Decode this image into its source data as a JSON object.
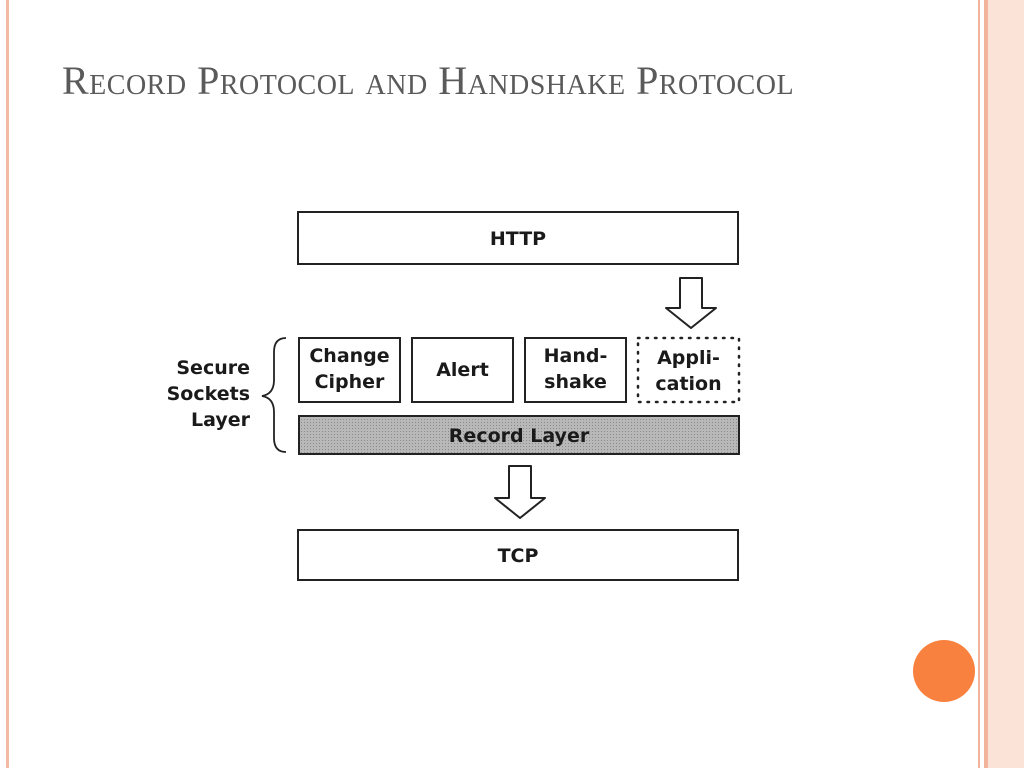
{
  "slide": {
    "title": "Record Protocol and Handshake Protocol"
  },
  "diagram": {
    "top_layer": "HTTP",
    "bottom_layer": "TCP",
    "record_layer": "Record Layer",
    "ssl_label_lines": [
      "Secure",
      "Sockets",
      "Layer"
    ],
    "protocols": [
      {
        "lines": [
          "Change",
          "Cipher"
        ]
      },
      {
        "lines": [
          "Alert"
        ]
      },
      {
        "lines": [
          "Hand-",
          "shake"
        ]
      },
      {
        "lines": [
          "Appli-",
          "cation"
        ]
      }
    ]
  },
  "colors": {
    "title": "#5a5a5a",
    "record_layer_fill": "#a9a9a9",
    "accent_dot": "#f9813f",
    "frame": "#f3b49c"
  }
}
